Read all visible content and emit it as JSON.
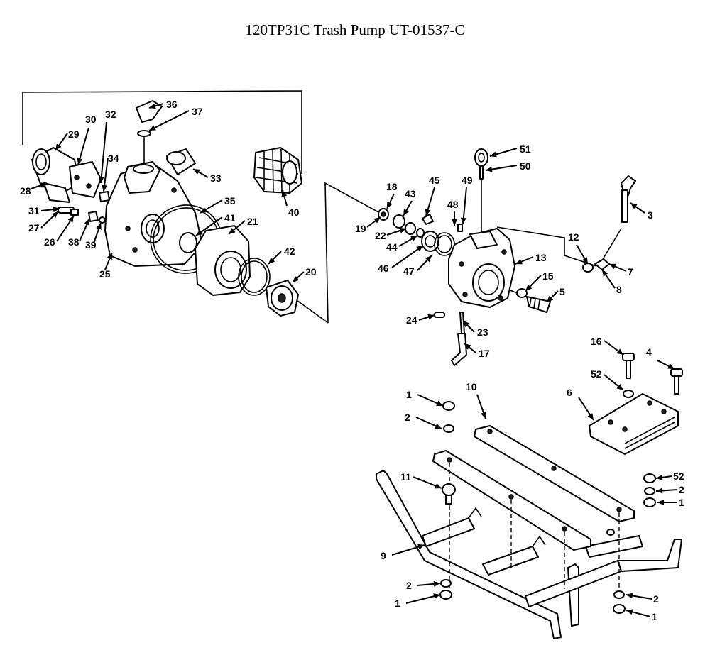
{
  "title": "120TP31C Trash Pump UT-01537-C",
  "callouts": [
    {
      "id": "c36",
      "text": "36"
    },
    {
      "id": "c37",
      "text": "37"
    },
    {
      "id": "c29",
      "text": "29"
    },
    {
      "id": "c30",
      "text": "30"
    },
    {
      "id": "c32",
      "text": "32"
    },
    {
      "id": "c34",
      "text": "34"
    },
    {
      "id": "c33",
      "text": "33"
    },
    {
      "id": "c28",
      "text": "28"
    },
    {
      "id": "c31",
      "text": "31"
    },
    {
      "id": "c27",
      "text": "27"
    },
    {
      "id": "c26",
      "text": "26"
    },
    {
      "id": "c38",
      "text": "38"
    },
    {
      "id": "c39",
      "text": "39"
    },
    {
      "id": "c25",
      "text": "25"
    },
    {
      "id": "c35",
      "text": "35"
    },
    {
      "id": "c41",
      "text": "41"
    },
    {
      "id": "c21",
      "text": "21"
    },
    {
      "id": "c42",
      "text": "42"
    },
    {
      "id": "c20",
      "text": "20"
    },
    {
      "id": "c40",
      "text": "40"
    },
    {
      "id": "c18",
      "text": "18"
    },
    {
      "id": "c43",
      "text": "43"
    },
    {
      "id": "c45",
      "text": "45"
    },
    {
      "id": "c49",
      "text": "49"
    },
    {
      "id": "c48",
      "text": "48"
    },
    {
      "id": "c19",
      "text": "19"
    },
    {
      "id": "c22",
      "text": "22"
    },
    {
      "id": "c44",
      "text": "44"
    },
    {
      "id": "c46",
      "text": "46"
    },
    {
      "id": "c47",
      "text": "47"
    },
    {
      "id": "c51",
      "text": "51"
    },
    {
      "id": "c50",
      "text": "50"
    },
    {
      "id": "c13",
      "text": "13"
    },
    {
      "id": "c12",
      "text": "12"
    },
    {
      "id": "c3",
      "text": "3"
    },
    {
      "id": "c7",
      "text": "7"
    },
    {
      "id": "c8",
      "text": "8"
    },
    {
      "id": "c15",
      "text": "15"
    },
    {
      "id": "c5",
      "text": "5"
    },
    {
      "id": "c24",
      "text": "24"
    },
    {
      "id": "c23",
      "text": "23"
    },
    {
      "id": "c17",
      "text": "17"
    },
    {
      "id": "c16",
      "text": "16"
    },
    {
      "id": "c4",
      "text": "4"
    },
    {
      "id": "c52a",
      "text": "52"
    },
    {
      "id": "c6",
      "text": "6"
    },
    {
      "id": "c10",
      "text": "10"
    },
    {
      "id": "c1a",
      "text": "1"
    },
    {
      "id": "c2a",
      "text": "2"
    },
    {
      "id": "c11",
      "text": "11"
    },
    {
      "id": "c52b",
      "text": "52"
    },
    {
      "id": "c2b",
      "text": "2"
    },
    {
      "id": "c1b",
      "text": "1"
    },
    {
      "id": "c9",
      "text": "9"
    },
    {
      "id": "c2c",
      "text": "2"
    },
    {
      "id": "c1c",
      "text": "1"
    },
    {
      "id": "c2d",
      "text": "2"
    },
    {
      "id": "c1d",
      "text": "1"
    }
  ]
}
